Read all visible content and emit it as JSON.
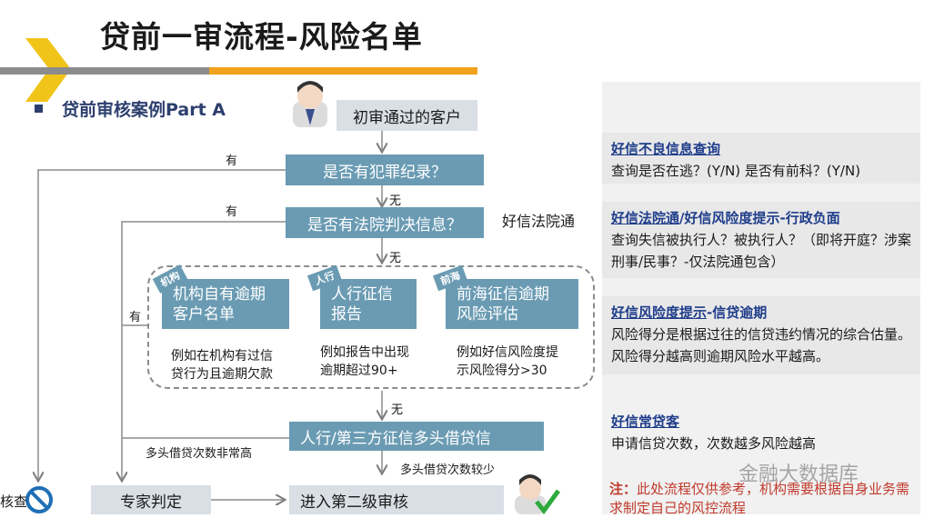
{
  "title": "贷前一审流程-风险名单",
  "subtitle": "贷前审核案例Part A",
  "nodes": {
    "start": "初审通过的客户",
    "criminal": "是否有犯罪纪录？",
    "court": "是否有法院判决信息？",
    "court_note": "好信法院通",
    "inst_line1": "机构自有逾期",
    "inst_line2": "客户名单",
    "pboc_line1": "人行征信",
    "pboc_line2": "报告",
    "qh_line1": "前海征信逾期",
    "qh_line2": "风险评估",
    "multi": "人行/第三方征信多头借贷信",
    "expert": "专家判定",
    "second": "进入第二级审核",
    "reject_partial": "核查"
  },
  "tags": {
    "inst": "机构",
    "pboc": "人行",
    "qh": "前海"
  },
  "examples": {
    "inst": [
      "例如在机构有过信",
      "贷行为且逾期欠款"
    ],
    "pboc": [
      "例如报告中出现",
      "逾期超过90+"
    ],
    "qh": [
      "例如好信风险度提",
      "示风险得分>30"
    ]
  },
  "edge_labels": {
    "yes": "有",
    "no": "无",
    "many": "多头借贷次数非常高",
    "few": "多头借贷次数较少"
  },
  "panel": [
    {
      "head_link": "好信不良信息查询",
      "head_rest": "",
      "body": "查询是否在逃？(Y/N) 是否有前科？(Y/N)"
    },
    {
      "head_link": "好信法院通",
      "head_rest": "/好信风险度提示-行政负面",
      "body": "查询失信被执行人？被执行人？（即将开庭？涉案刑事/民事？-仅法院通包含）"
    },
    {
      "head_link": "好信风险度提示",
      "head_rest": "-信贷逾期",
      "body": "风险得分是根据过往的信贷违约情况的综合估量。风险得分越高则逾期风险水平越高。"
    },
    {
      "head_link": "好信常贷客",
      "head_rest": "",
      "body": "申请信贷次数，次数越多风险越高"
    }
  ],
  "note_label": "注：",
  "note_text": "此处流程仅供参考，机构需要根据自身业务需求制定自己的风控流程",
  "watermark": "金融大数据库",
  "colors": {
    "box": "#6a9bb3",
    "accent": "#f0a21c",
    "heading": "#2d3f6e",
    "link": "#1f3d8a",
    "note": "#c0392b"
  }
}
